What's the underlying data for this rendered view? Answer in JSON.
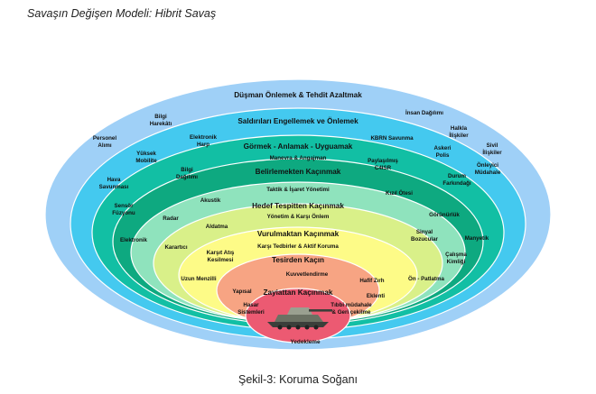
{
  "title": "Savaşın Değişen Modeli: Hibrit Savaş",
  "caption": "Şekil-3: Koruma Soğanı",
  "layers": [
    {
      "name": "Düşman Önlemek & Tehdit Azaltmak",
      "color": "#9fd0f7"
    },
    {
      "name": "Saldırıları Engellemek ve Önlemek",
      "color": "#44c9ef"
    },
    {
      "name": "Görmek - Anlamak - Uyguamak",
      "color": "#12bfa4"
    },
    {
      "name": "Belirlemekten Kaçınmak",
      "color": "#0ea980"
    },
    {
      "name": "Hedef Tespitten Kaçınmak",
      "color": "#8fe3bd"
    },
    {
      "name": "Vurulmaktan Kaçınmak",
      "color": "#d9f089"
    },
    {
      "name": "Tesirden Kaçın",
      "color": "#fdfb87"
    },
    {
      "name": "Zayiattan Kaçınmak",
      "color": "#f7a483"
    },
    {
      "name": "Yedekleme",
      "color": "#ec5a72"
    }
  ],
  "items": [
    "Bilgi Harekâtı",
    "Personel Alımı",
    "Elektronik Harp",
    "Yüksek Mobilite",
    "Bilgi Dağılımı",
    "Hava Savunması",
    "Akustik",
    "Sensör Füzyonu",
    "Radar",
    "Aldatma",
    "Elektronik",
    "Karartıcı",
    "Karşıt Atış Kesilmesi",
    "Uzun Menzilli",
    "Yapısal",
    "Hasar Sistemleri",
    "İnsan Dağılımı",
    "Halkla İlişkiler",
    "KBRN Savunma",
    "Askeri Polis",
    "Sivil İlişkiler",
    "Önleyici Müdahale",
    "Paylaşılmış C4ISR",
    "Durum Farkındağı",
    "Manevra & Angajman",
    "Taktik & İşaret Yönetimi",
    "Kızıl Ötesi",
    "Görünürlük",
    "Yönetim & Karşı Önlem",
    "Sinyal Bozucular",
    "Manyetik",
    "Çalışma Kimliği",
    "Karşı Tedbirler & Aktif Koruma",
    "Kuvvetlendirme",
    "Hafif Zırh",
    "Ön - Patlatma",
    "Eklenti",
    "Tıbbi müdahale & Geri çekilme"
  ],
  "colors": {
    "ring_stroke": "#ffffff",
    "text": "#111111",
    "tank_dark": "#3b3f3a",
    "tank_mid": "#6b7163",
    "tank_light": "#9aa090"
  },
  "icons": {
    "vehicle": "tank-icon"
  }
}
